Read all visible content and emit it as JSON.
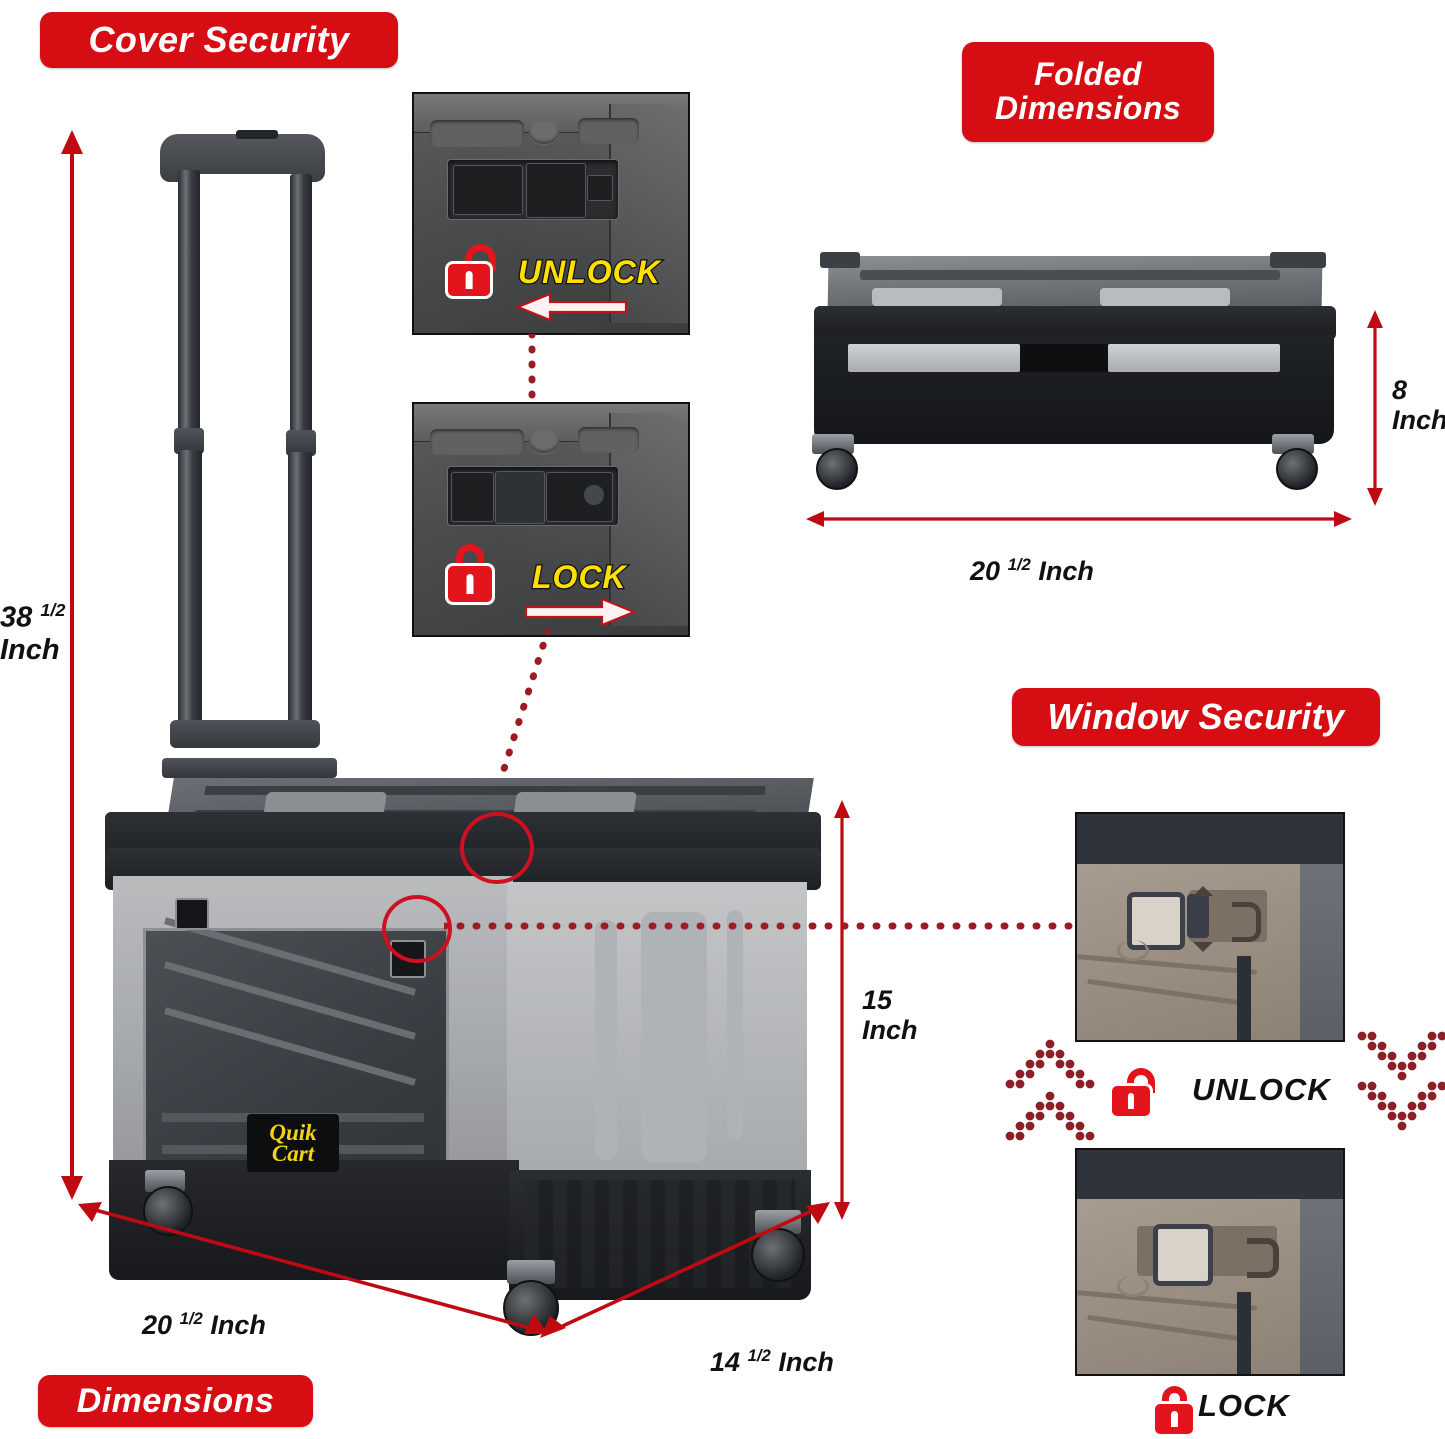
{
  "page": {
    "product_name": "Quik Cart",
    "background_color": "#ffffff",
    "accent_red": "#d60d13",
    "lock_red": "#e3141c",
    "highlight_yellow": "#ffe000"
  },
  "banners": {
    "cover_security": "Cover Security",
    "folded_dimensions_line1": "Folded",
    "folded_dimensions_line2": "Dimensions",
    "window_security": "Window Security",
    "dimensions": "Dimensions"
  },
  "cover_security": {
    "unlock": {
      "label": "UNLOCK",
      "lock_state": "unlocked",
      "arrow_direction": "left",
      "icon": "open-padlock-icon"
    },
    "lock": {
      "label": "LOCK",
      "lock_state": "locked",
      "arrow_direction": "right",
      "icon": "closed-padlock-icon"
    }
  },
  "window_security": {
    "unlock": {
      "label": "UNLOCK",
      "lock_state": "unlocked",
      "icon": "open-padlock-icon"
    },
    "lock": {
      "label": "LOCK",
      "lock_state": "locked",
      "icon": "closed-padlock-icon"
    }
  },
  "dimensions": {
    "height": {
      "value": "38",
      "fraction": "1/2",
      "unit": "Inch"
    },
    "width": {
      "value": "20",
      "fraction": "1/2",
      "unit": "Inch"
    },
    "depth": {
      "value": "14",
      "fraction": "1/2",
      "unit": "Inch"
    },
    "body_height": {
      "value": "15",
      "fraction": "",
      "unit": "Inch"
    },
    "folded_height": {
      "value": "8",
      "fraction": "",
      "unit": "Inch"
    },
    "folded_width": {
      "value": "20",
      "fraction": "1/2",
      "unit": "Inch"
    }
  },
  "logo": {
    "line1": "Quik",
    "line2": "Cart"
  }
}
